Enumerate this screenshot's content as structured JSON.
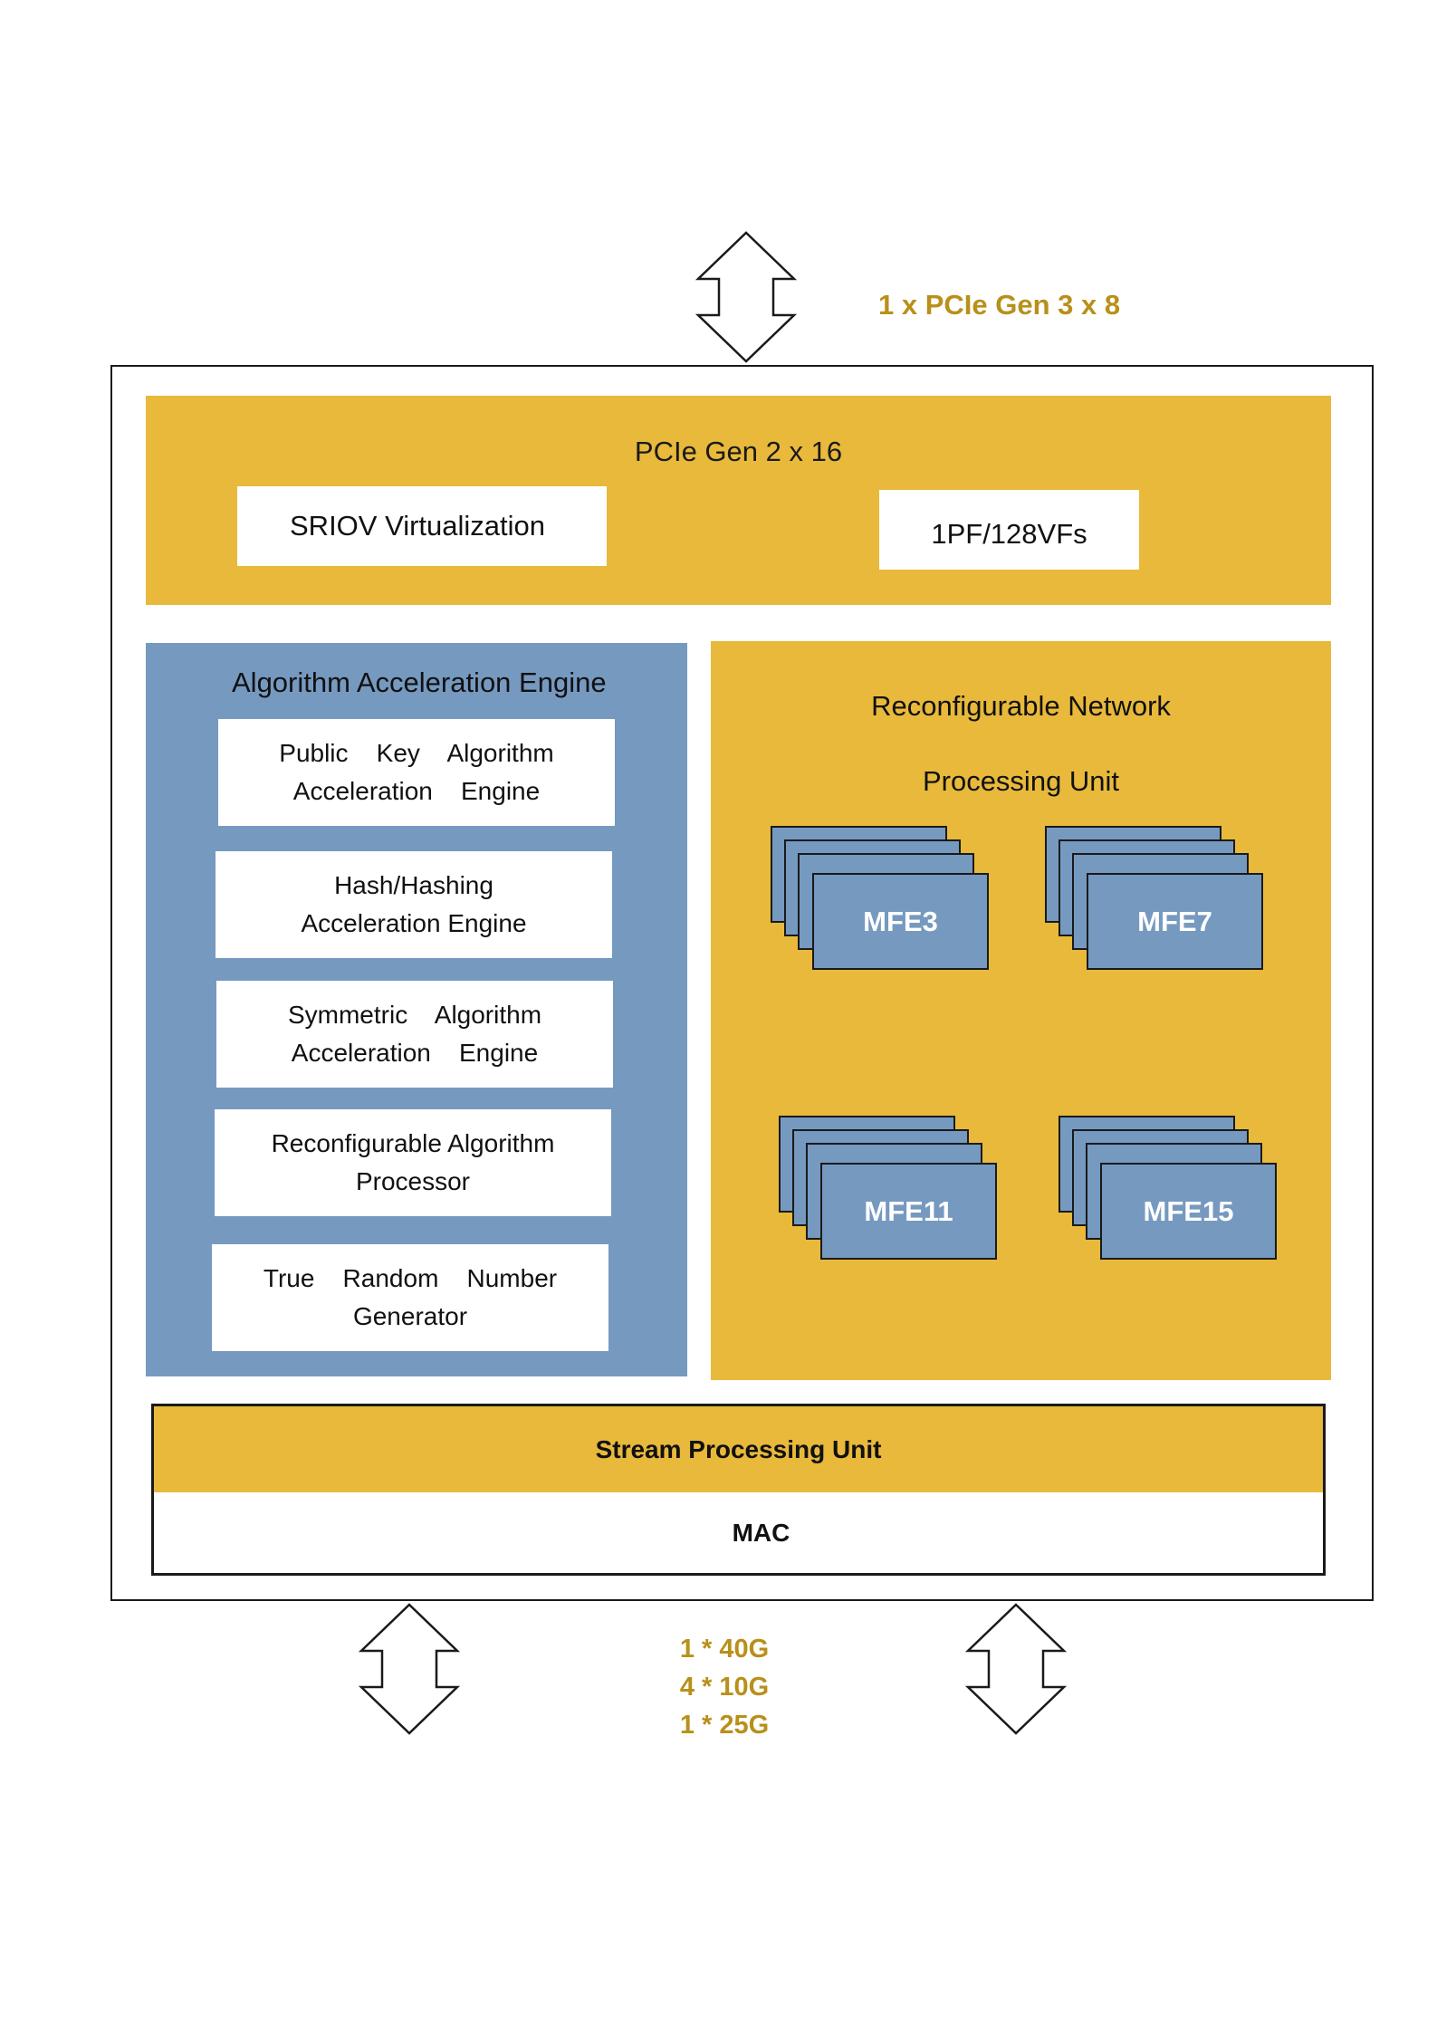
{
  "host_interface": {
    "label": "1 x PCIe Gen 3 x 8"
  },
  "pcie_block": {
    "title": "PCIe Gen 2 x 16",
    "sriov_label": "SRIOV Virtualization",
    "pf_vf_label": "1PF/128VFs"
  },
  "algorithm_engine": {
    "title": "Algorithm Acceleration Engine",
    "items": [
      {
        "line1": "Public    Key    Algorithm",
        "line2": "Acceleration    Engine"
      },
      {
        "line1": "Hash/Hashing",
        "line2": "Acceleration Engine"
      },
      {
        "line1": "Symmetric    Algorithm",
        "line2": "Acceleration    Engine"
      },
      {
        "line1": "Reconfigurable Algorithm",
        "line2": "Processor"
      },
      {
        "line1": "True    Random    Number",
        "line2": "Generator"
      }
    ]
  },
  "network_unit": {
    "title_line1": "Reconfigurable Network",
    "title_line2": "Processing Unit",
    "mfe_groups": [
      "MFE3",
      "MFE7",
      "MFE11",
      "MFE15"
    ]
  },
  "stream_unit": {
    "title": "Stream Processing Unit",
    "mac_label": "MAC"
  },
  "ports": [
    "1 * 40G",
    "4 * 10G",
    "1 * 25G"
  ],
  "colors": {
    "gold": "#e8b93b",
    "blue": "#7699c0",
    "label_gold": "#b8901a"
  }
}
